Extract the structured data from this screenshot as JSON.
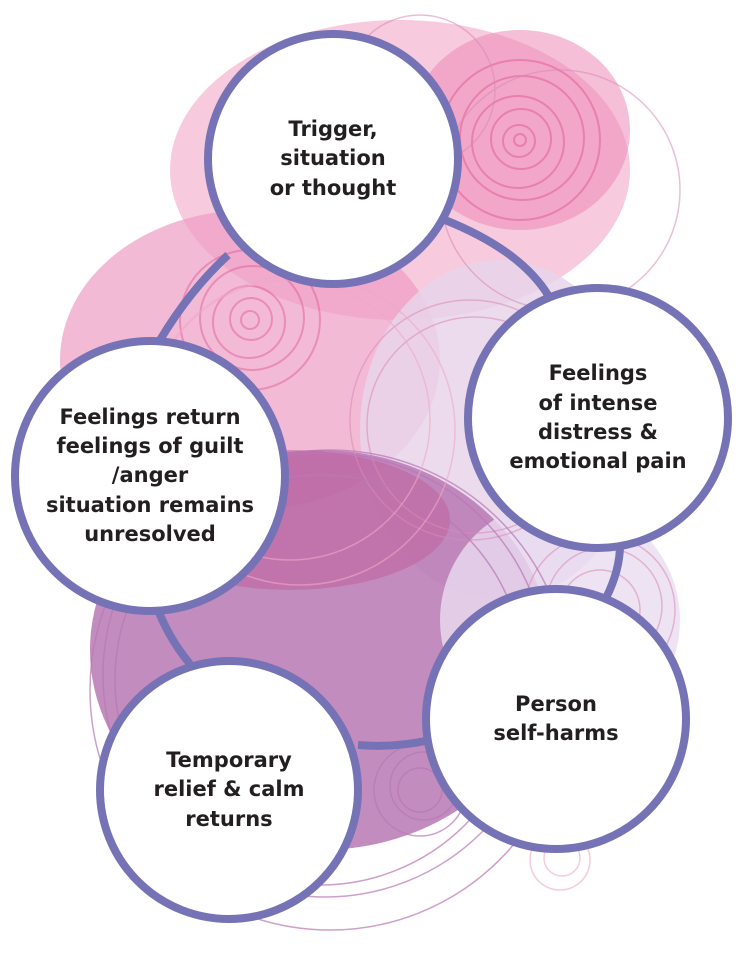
{
  "diagram": {
    "nodes": [
      {
        "id": "trigger",
        "label": "Trigger,\nsituation\nor thought"
      },
      {
        "id": "feelings",
        "label": "Feelings\nof intense\ndistress &\nemotional pain"
      },
      {
        "id": "selfharm",
        "label": "Person\nself-harms"
      },
      {
        "id": "relief",
        "label": "Temporary\nrelief & calm\nreturns"
      },
      {
        "id": "return",
        "label": "Feelings return\nfeelings of guilt\n/anger\nsituation remains\nunresolved"
      }
    ],
    "connections": [
      [
        "trigger",
        "feelings"
      ],
      [
        "feelings",
        "selfharm"
      ],
      [
        "selfharm",
        "relief"
      ],
      [
        "relief",
        "return"
      ],
      [
        "return",
        "trigger"
      ]
    ]
  },
  "colors": {
    "ring": "#7573b6",
    "node_fill": "#ffffff",
    "text": "#231f20",
    "pink_light": "#f5b8d2",
    "pink_mid": "#e98bb6",
    "pink_dark": "#e0609a",
    "mauve": "#b978b4",
    "lavender": "#d9c6e2"
  }
}
